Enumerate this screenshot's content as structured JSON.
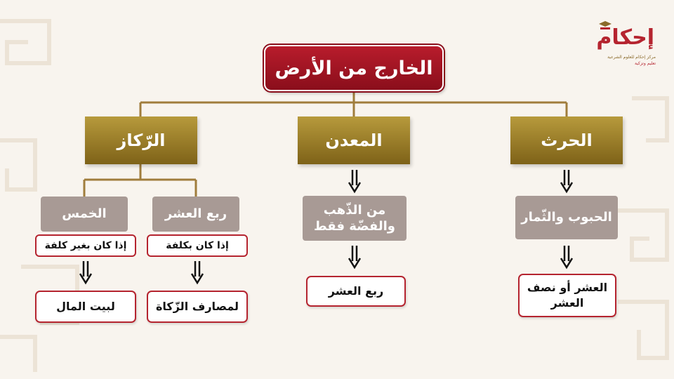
{
  "colors": {
    "root": "#a31525",
    "category": "#9a7d2c",
    "sub": "#a89a95",
    "result_border": "#b5242f",
    "connector": "#a07d3c"
  },
  "logo": {
    "name": "إحكام",
    "line1": "مركز إحكام للعلوم الشرعية",
    "line2": "تعليم وتزكية"
  },
  "root": {
    "label": "الخارج من الأرض"
  },
  "categories": [
    {
      "label": "الحرث"
    },
    {
      "label": "المعدن"
    },
    {
      "label": "الرّكاز"
    }
  ],
  "harth": {
    "sub": "الحبوب والثّمار",
    "result": "العشر أو نصف العشر"
  },
  "madin": {
    "sub": "من الذّهب والفضّة فقط",
    "result": "ربع العشر"
  },
  "rikaz": {
    "left": {
      "sub": "الخمس",
      "condition": "إذا كان بغير كلفة",
      "result": "لبيت المال"
    },
    "right": {
      "sub": "ربع العشر",
      "condition": "إذا كان بكلفة",
      "result": "لمصارف الزّكاة"
    }
  }
}
